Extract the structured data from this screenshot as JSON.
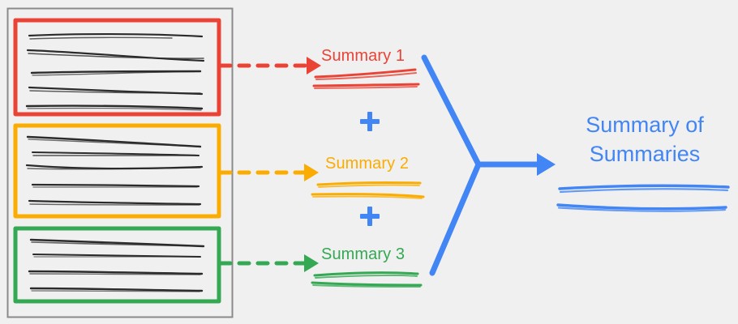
{
  "diagram": {
    "title": "Summary of Summaries",
    "background_color": "#f0f0f0"
  },
  "source_document": {
    "name": "source-document",
    "border_color": "#808080",
    "sections": [
      {
        "id": "section-1",
        "color": "#ea4335",
        "color_name": "red",
        "line_count": 5
      },
      {
        "id": "section-2",
        "color": "#fbac00",
        "color_name": "orange",
        "line_count": 5
      },
      {
        "id": "section-3",
        "color": "#34a853",
        "color_name": "green",
        "line_count": 4
      }
    ]
  },
  "summaries": [
    {
      "label": "Summary 1",
      "color": "#ea4335",
      "arrow_style": "dashed",
      "underline_count": 2
    },
    {
      "label": "Summary 2",
      "color": "#fbac00",
      "arrow_style": "dashed",
      "underline_count": 2
    },
    {
      "label": "Summary 3",
      "color": "#34a853",
      "arrow_style": "dashed",
      "underline_count": 2
    }
  ],
  "operators": [
    {
      "symbol": "+",
      "color": "#4285f4"
    },
    {
      "symbol": "+",
      "color": "#4285f4"
    }
  ],
  "merge": {
    "color": "#4285f4",
    "style": "solid",
    "shape": "three-way-merge-arrow"
  },
  "final_output": {
    "label_line_1": "Summary of",
    "label_line_2": "Summaries",
    "label": "Summary of Summaries",
    "color": "#4285f4",
    "underline_count": 2
  }
}
